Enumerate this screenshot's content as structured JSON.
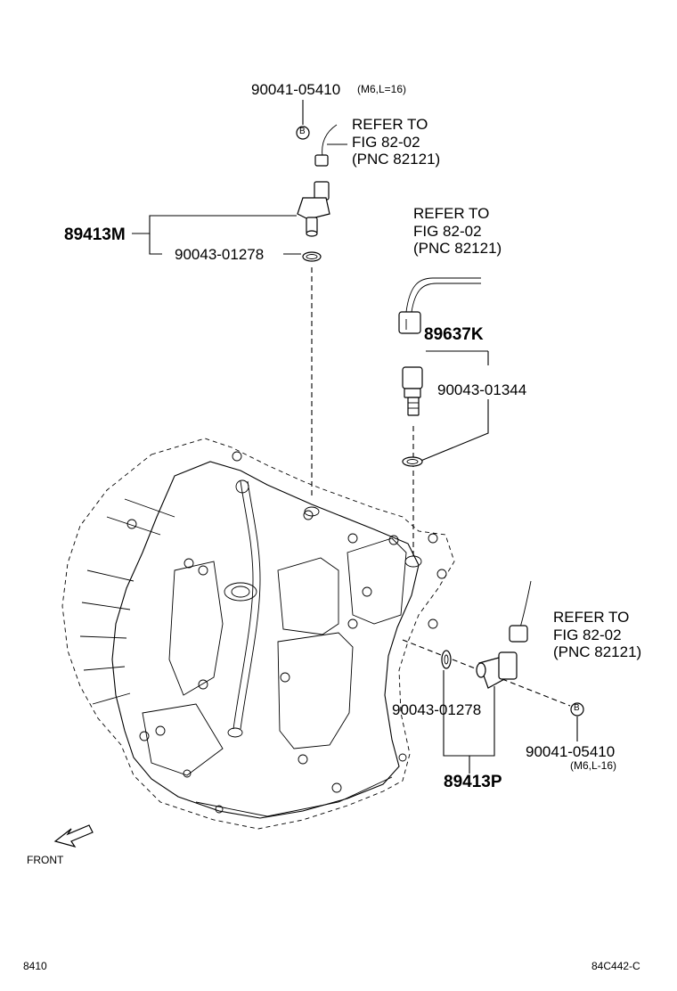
{
  "parts": {
    "bolt_top": {
      "number": "90041-05410",
      "spec": "(M6,L=16)"
    },
    "sensor_m": {
      "number": "89413M"
    },
    "gasket_m": {
      "number": "90043-01278"
    },
    "sensor_k": {
      "number": "89637K"
    },
    "gasket_k": {
      "number": "90043-01344"
    },
    "gasket_p": {
      "number": "90043-01278"
    },
    "sensor_p": {
      "number": "89413P"
    },
    "bolt_right": {
      "number": "90041-05410",
      "spec": "(M6,L-16)"
    }
  },
  "refs": {
    "top": "REFER TO\nFIG 82-02\n(PNC 82121)",
    "middle": "REFER TO\nFIG 82-02\n(PNC 82121)",
    "right": "REFER TO\nFIG 82-02\n(PNC 82121)"
  },
  "markers": {
    "b_symbol": "B"
  },
  "front_label": "FRONT",
  "footer": {
    "left": "8410",
    "right": "84C442-C"
  }
}
